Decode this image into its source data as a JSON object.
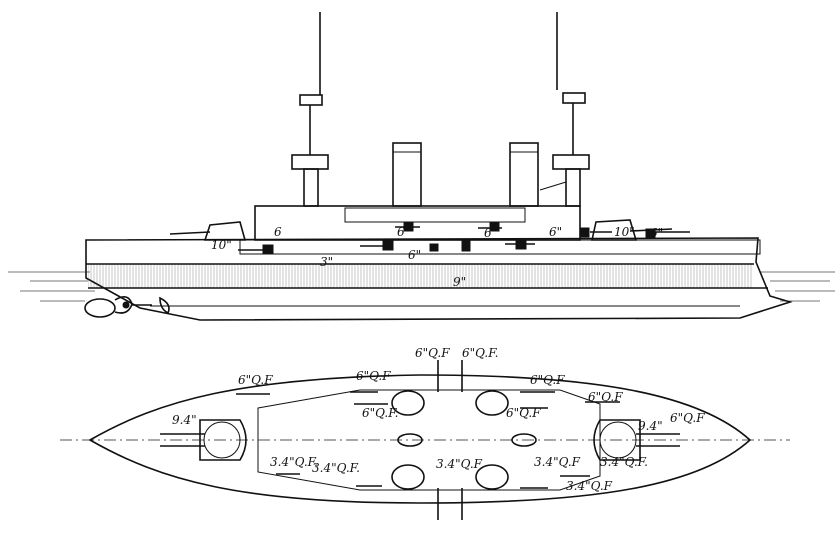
{
  "side_view": {
    "labels": {
      "turret_fwd": "10\"",
      "casemate_fwd": "6",
      "upper_belt": "3\"",
      "main_gun_deck": "6\"",
      "casemate_mid1": "6\"",
      "casemate_mid2": "6\"",
      "casemate_aft": "6\"",
      "turret_aft": "10\"",
      "casemate_stern": "6\"",
      "main_belt": "9\""
    }
  },
  "plan_view": {
    "labels": {
      "top_left": "6\"Q.F",
      "top_mid_left": "6\"Q.F",
      "top_center_1": "6\"Q.F",
      "top_center_2": "6\"Q.F.",
      "top_mid_right": "6\"Q.F",
      "top_right": "6\"Q.F",
      "inner_left": "6\"Q.F.",
      "inner_right": "6\"Q.F",
      "fwd_turret": "9.4\"",
      "aft_turret": "9.4\"",
      "aft_right": "6\"Q.F",
      "bottom_left_1": "3.4\"Q.F.",
      "bottom_left_2": "3.4\"Q.F.",
      "bottom_center": "3.4\"Q.F",
      "bottom_right_1": "3.4\"Q.F",
      "bottom_right_2": "3.4\"Q.F.",
      "bottom_right_3": "3.4\"Q.F"
    }
  }
}
